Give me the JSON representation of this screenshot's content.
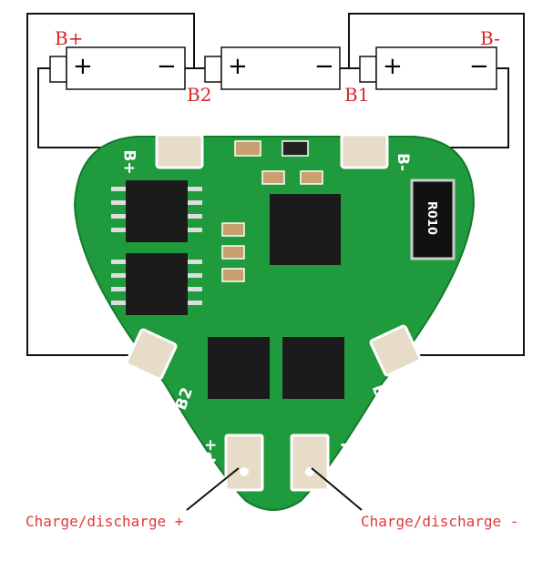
{
  "labels": {
    "b_plus": "B+",
    "b_minus": "B-",
    "b2": "B2",
    "b1": "B1"
  },
  "battery": {
    "plus": "+",
    "minus": "−"
  },
  "silkscreen": {
    "b_plus": "B+",
    "b_minus": "B-",
    "b2": "B2",
    "b1": "B1",
    "p_plus": "P+",
    "p_minus": "P-",
    "resistor": "R010"
  },
  "captions": {
    "left": "Charge/discharge +",
    "right": "Charge/discharge -"
  },
  "colors": {
    "pcb": "#1f9a3c",
    "label": "#d9262a",
    "wire": "#000000"
  }
}
